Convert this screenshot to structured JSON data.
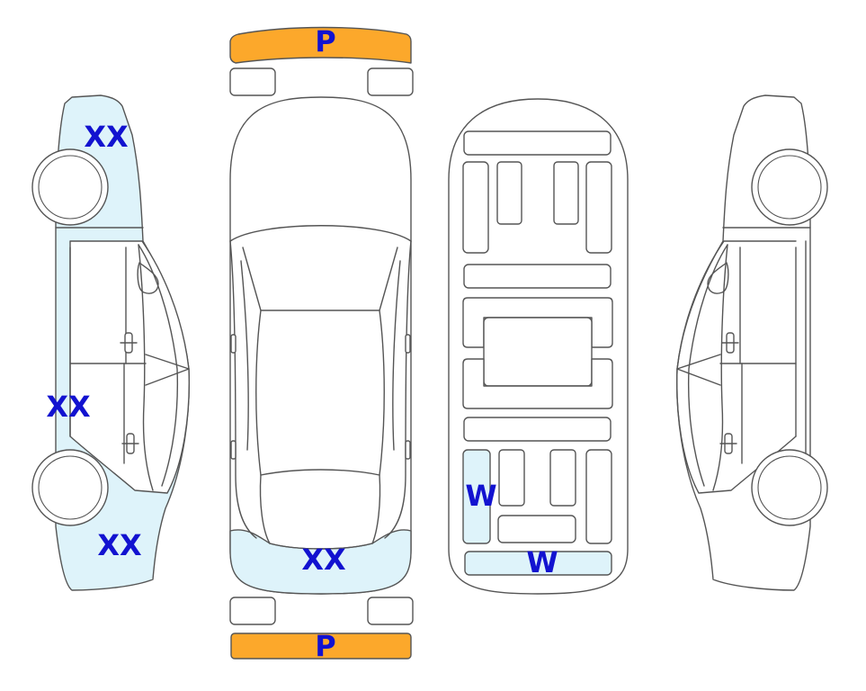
{
  "colors": {
    "damage_fill": "#def3fa",
    "bumper_fill": "#fca82b",
    "label_color": "#1212d0",
    "outline": "#555555"
  },
  "labels": {
    "left_side_front": "XX",
    "left_side_middle": "XX",
    "left_side_rear": "XX",
    "top_view_rear": "XX",
    "front_bumper": "P",
    "rear_bumper": "P",
    "underbody_rear_left": "W",
    "underbody_rear": "W"
  }
}
